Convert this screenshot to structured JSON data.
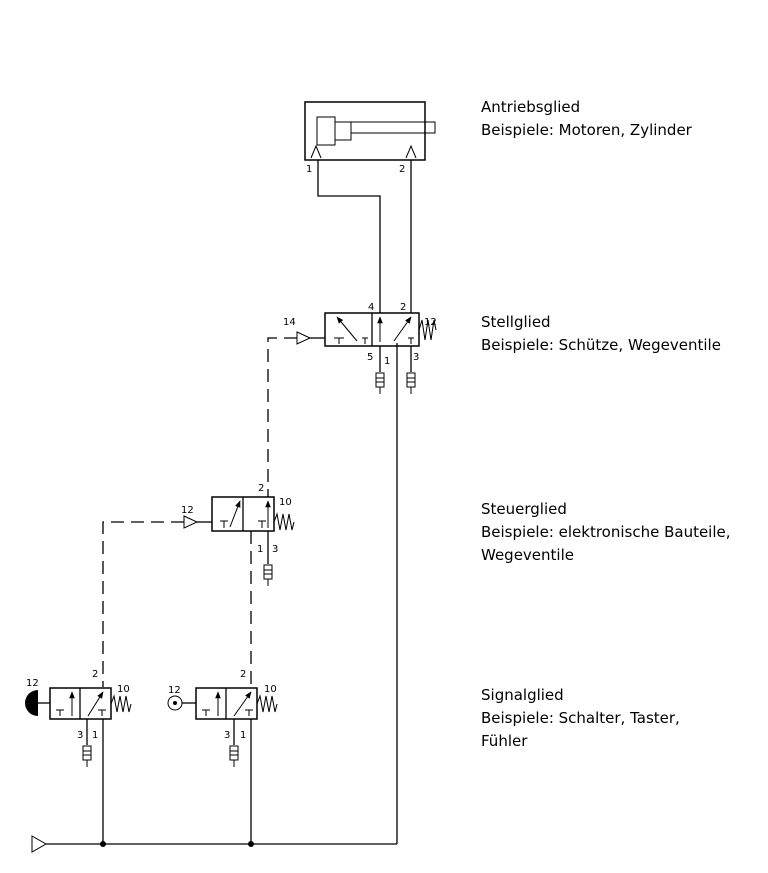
{
  "labels": {
    "antrieb": {
      "title": "Antriebsglied",
      "sub": "Beispiele: Motoren, Zylinder"
    },
    "stell": {
      "title": "Stellglied",
      "sub": "Beispiele: Schütze, Wegeventile"
    },
    "steuer": {
      "title": "Steuerglied",
      "sub": "Beispiele: elektronische Bauteile,",
      "sub2": "Wegeventile"
    },
    "signal": {
      "title": "Signalglied",
      "sub": "Beispiele: Schalter, Taster,",
      "sub2": "Fühler"
    }
  },
  "ports": {
    "cyl_1": "1",
    "cyl_2": "2",
    "sv_4": "4",
    "sv_2": "2",
    "sv_14": "14",
    "sv_12": "12",
    "sv_5": "5",
    "sv_1": "1",
    "sv_3": "3",
    "cv_2": "2",
    "cv_12": "12",
    "cv_10": "10",
    "cv_1": "1",
    "cv_3": "3",
    "s1_2": "2",
    "s1_12": "12",
    "s1_10": "10",
    "s1_3": "3",
    "s1_1": "1",
    "s2_2": "2",
    "s2_12": "12",
    "s2_10": "10",
    "s2_3": "3",
    "s2_1": "1"
  }
}
